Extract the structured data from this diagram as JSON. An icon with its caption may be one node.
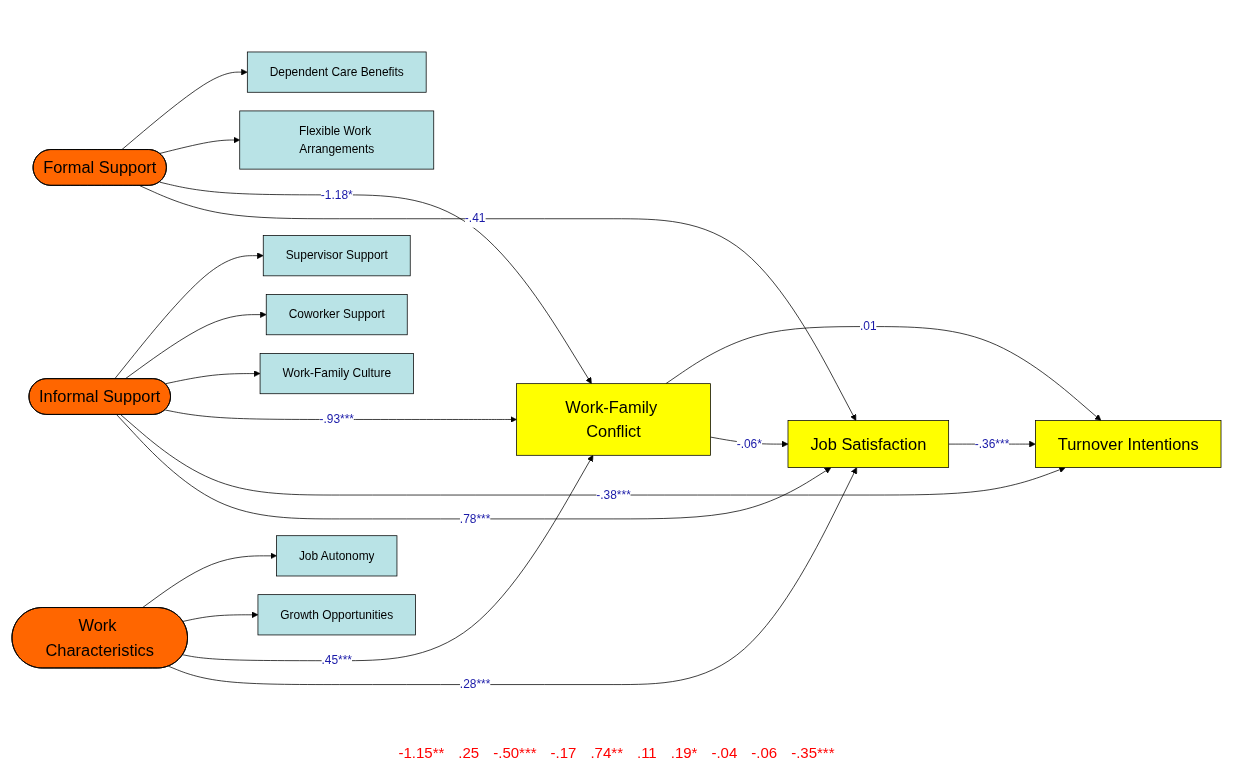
{
  "diagram": {
    "nodes": [
      {
        "text": [
          "Formal Support"
        ]
      },
      {
        "text": [
          "Dependent Care Benefits"
        ]
      },
      {
        "text": [
          "Flexible Work Arrangements"
        ]
      },
      {
        "text": [
          "Informal Support"
        ]
      },
      {
        "text": [
          "Supervisor Support"
        ]
      },
      {
        "text": [
          "Coworker Support"
        ]
      },
      {
        "text": [
          "Work-Family Culture"
        ]
      },
      {
        "text": [
          "Work Characteristics"
        ]
      },
      {
        "text": [
          "Job Autonomy"
        ]
      },
      {
        "text": [
          "Growth Opportunities"
        ]
      },
      {
        "text": [
          "Work-Family Conflict"
        ]
      },
      {
        "text": [
          "Job Satisfaction"
        ]
      },
      {
        "text": [
          "Turnover Intentions"
        ]
      }
    ],
    "edges": [
      {
        "from": 0,
        "to": 1,
        "arrow": "to"
      },
      {
        "from": 0,
        "to": 2,
        "arrow": "to"
      },
      {
        "from": 3,
        "to": 4,
        "arrow": "to"
      },
      {
        "from": 3,
        "to": 5,
        "arrow": "to"
      },
      {
        "from": 3,
        "to": 6,
        "arrow": "to"
      },
      {
        "from": 7,
        "to": 8,
        "arrow": "to"
      },
      {
        "from": 7,
        "to": 9,
        "arrow": "to"
      },
      {
        "from": 0,
        "to": 10,
        "arrow": "to",
        "label": "-1.18*"
      },
      {
        "from": 0,
        "to": 11,
        "arrow": "to",
        "label": "-.41"
      },
      {
        "from": 3,
        "to": 10,
        "arrow": "to",
        "label": "-.93***"
      },
      {
        "from": 3,
        "to": 12,
        "arrow": "to",
        "label": "-.38***"
      },
      {
        "from": 3,
        "to": 11,
        "arrow": "to",
        "label": ".78***"
      },
      {
        "from": 7,
        "to": 10,
        "arrow": "to",
        "label": ".45***"
      },
      {
        "from": 7,
        "to": 11,
        "arrow": "to",
        "label": ".28***"
      },
      {
        "from": 10,
        "to": 12,
        "arrow": "to",
        "label": ".01"
      },
      {
        "from": 10,
        "to": 11,
        "arrow": "to",
        "label": "-.06*"
      },
      {
        "from": 11,
        "to": 12,
        "arrow": "to",
        "label": "-.36***"
      }
    ],
    "labels": [
      "-1.15**",
      ".25",
      "-.50***",
      "-.17",
      ".74**",
      ".11",
      ".19*",
      "-.04",
      "-.06",
      "-.35***"
    ]
  }
}
